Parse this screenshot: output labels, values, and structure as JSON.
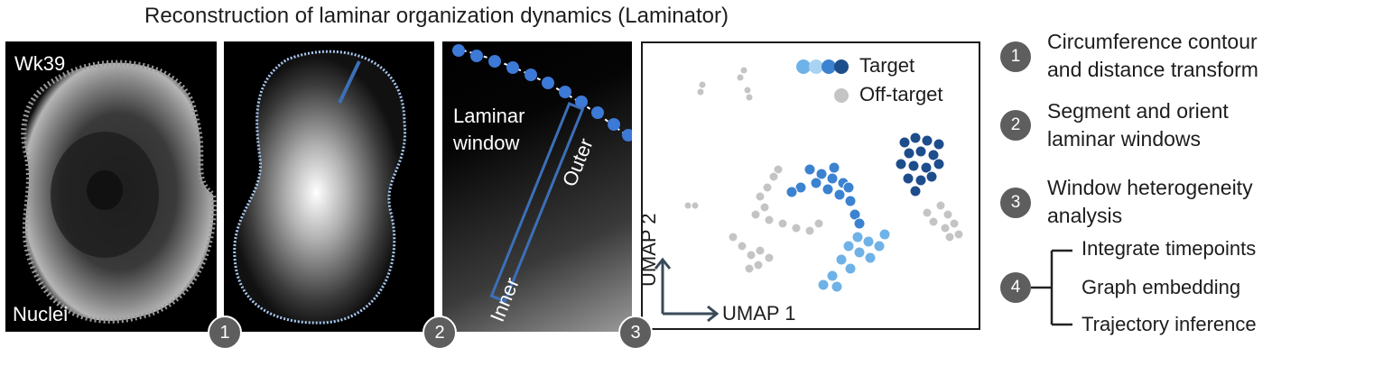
{
  "title": "Reconstruction of laminar organization dynamics (Laminator)",
  "panel1": {
    "top_label": "Wk39",
    "bottom_label": "Nuclei",
    "badge": "1"
  },
  "panel2": {
    "badge": "2"
  },
  "panel3": {
    "window_label_1": "Laminar",
    "window_label_2": "window",
    "outer_label": "Outer",
    "inner_label": "Inner",
    "badge": "3"
  },
  "panel4": {
    "legend_target": "Target",
    "legend_offtarget": "Off-target",
    "x_axis": "UMAP 1",
    "y_axis": "UMAP 2",
    "colors": {
      "target_light": "#6fb2e8",
      "target_mid": "#3b82d0",
      "target_dark": "#1e4d8c",
      "offtarget": "#c4c4c4"
    }
  },
  "steps": [
    {
      "num": "1",
      "line1": "Circumference contour",
      "line2": "and distance transform"
    },
    {
      "num": "2",
      "line1": "Segment and orient",
      "line2": "laminar windows"
    },
    {
      "num": "3",
      "line1": "Window heterogeneity",
      "line2": "analysis"
    }
  ],
  "step4": {
    "num": "4",
    "items": [
      "Integrate timepoints",
      "Graph embedding",
      "Trajectory inference"
    ]
  }
}
